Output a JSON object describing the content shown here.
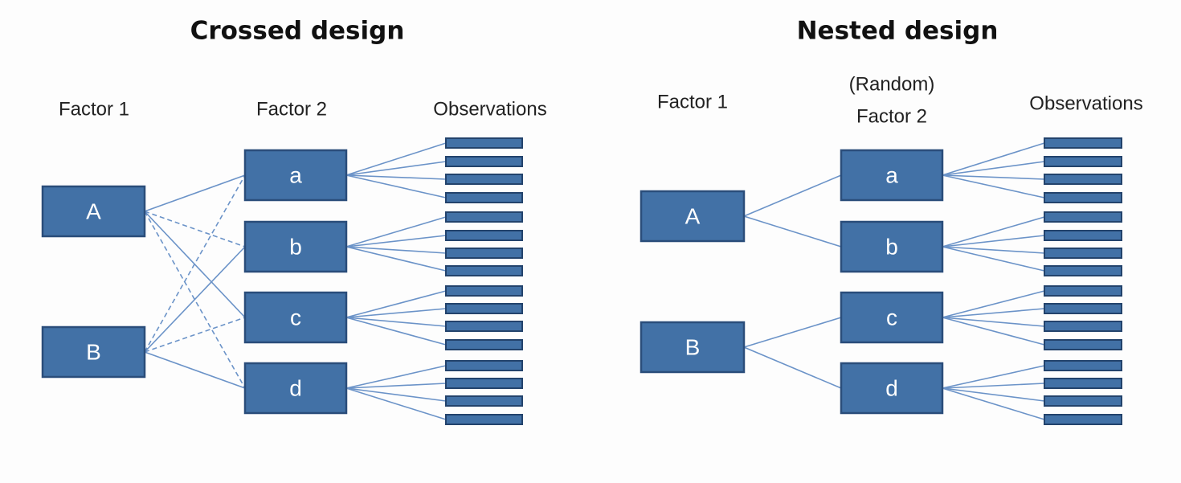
{
  "panels": [
    {
      "id": "crossed",
      "title": "Crossed design",
      "headers": {
        "factor1": "Factor 1",
        "factor2_lines": [
          "Factor 2"
        ],
        "observations": "Observations"
      },
      "factor1_levels": [
        "A",
        "B"
      ],
      "factor2_levels": [
        "a",
        "b",
        "c",
        "d"
      ],
      "observations_per_level": 4,
      "links": [
        {
          "from": "A",
          "to": "a",
          "style": "solid"
        },
        {
          "from": "A",
          "to": "b",
          "style": "dashed"
        },
        {
          "from": "A",
          "to": "c",
          "style": "solid"
        },
        {
          "from": "A",
          "to": "d",
          "style": "dashed"
        },
        {
          "from": "B",
          "to": "a",
          "style": "dashed"
        },
        {
          "from": "B",
          "to": "b",
          "style": "solid"
        },
        {
          "from": "B",
          "to": "c",
          "style": "dashed"
        },
        {
          "from": "B",
          "to": "d",
          "style": "solid"
        }
      ]
    },
    {
      "id": "nested",
      "title": "Nested design",
      "headers": {
        "factor1": "Factor 1",
        "factor2_lines": [
          "(Random)",
          "Factor 2"
        ],
        "observations": "Observations"
      },
      "factor1_levels": [
        "A",
        "B"
      ],
      "factor2_levels": [
        "a",
        "b",
        "c",
        "d"
      ],
      "observations_per_level": 4,
      "links": [
        {
          "from": "A",
          "to": "a",
          "style": "solid"
        },
        {
          "from": "A",
          "to": "b",
          "style": "solid"
        },
        {
          "from": "B",
          "to": "c",
          "style": "solid"
        },
        {
          "from": "B",
          "to": "d",
          "style": "solid"
        }
      ]
    }
  ],
  "colors": {
    "box_fill": "#4271a6",
    "box_stroke": "#2a4d7a",
    "link": "#6b93c8"
  }
}
